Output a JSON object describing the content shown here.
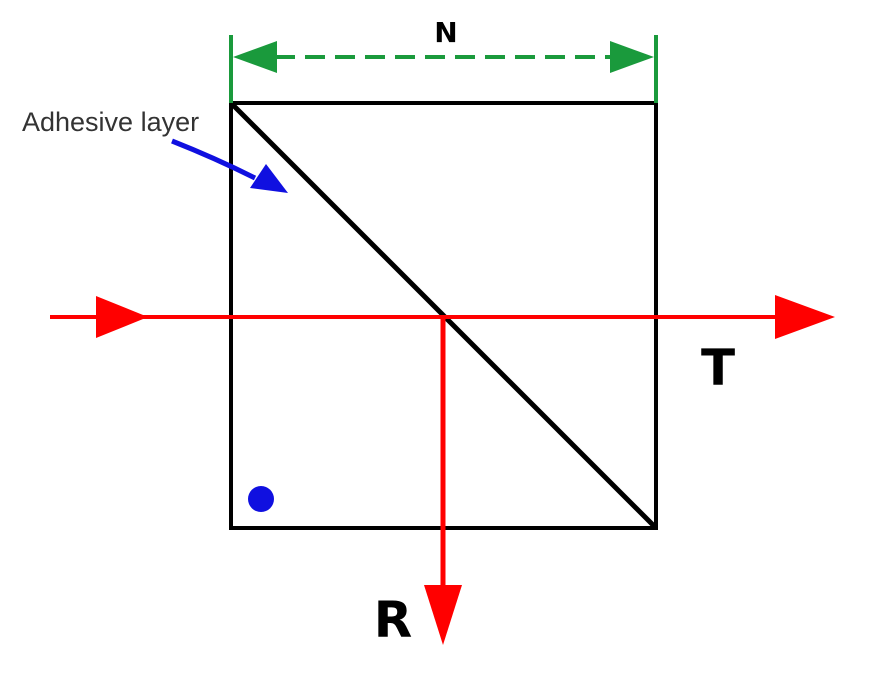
{
  "labels": {
    "width": "N",
    "adhesive": "Adhesive layer",
    "transmitted": "T",
    "reflected": "R"
  },
  "colors": {
    "cube_outline": "#000000",
    "beam": "#ff0000",
    "dimension": "#1a9a3c",
    "annotation_arrow": "#1010e0",
    "marker_dot": "#1010e0",
    "label_text": "#000000",
    "annotation_text": "#333333"
  }
}
